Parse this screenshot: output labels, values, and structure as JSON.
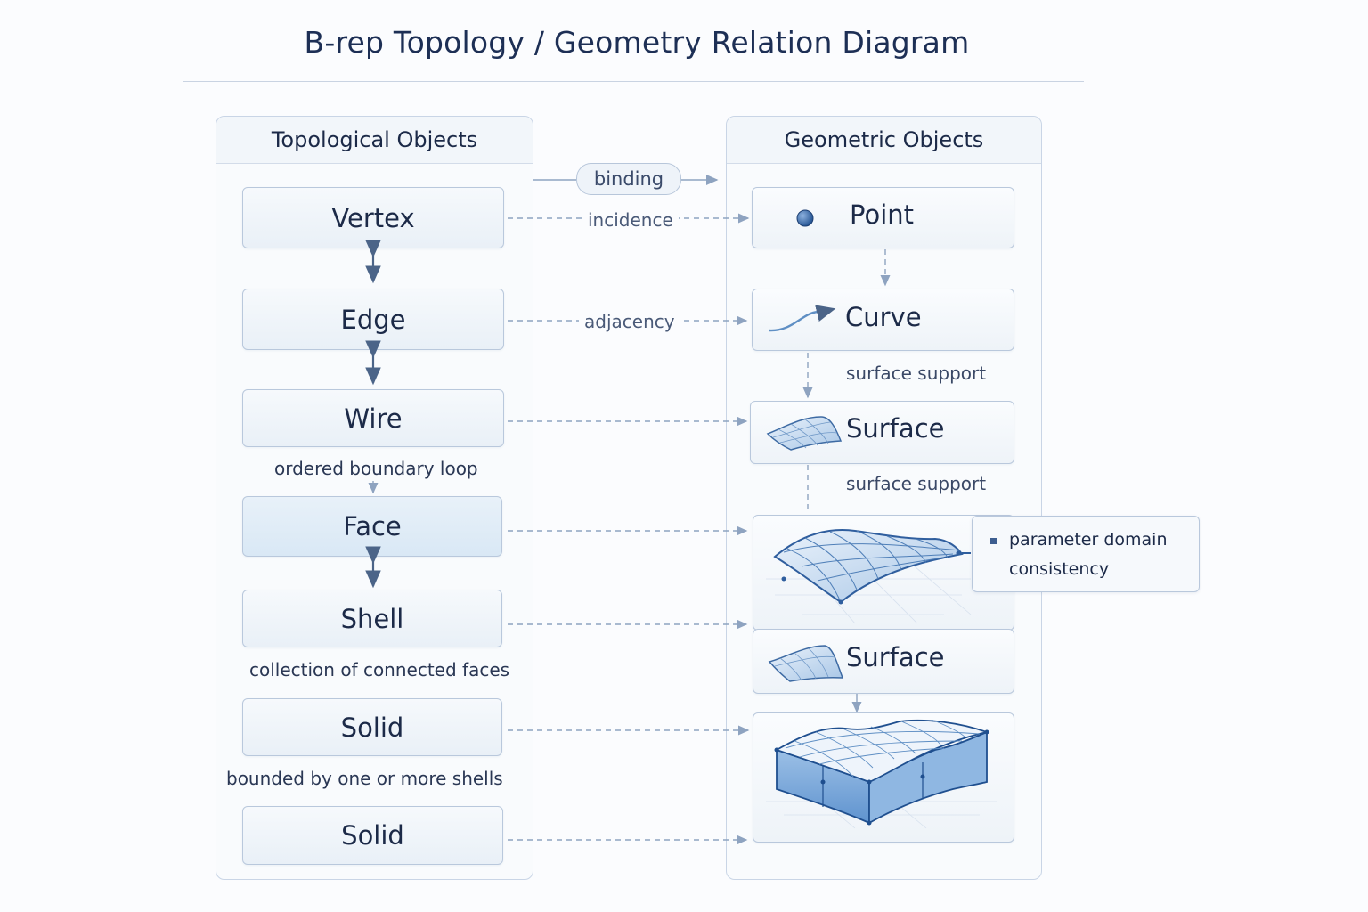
{
  "title": "B-rep Topology / Geometry Relation Diagram",
  "topology": {
    "header": "Topological Objects",
    "items": [
      "Vertex",
      "Edge",
      "Wire",
      "Face",
      "Shell",
      "Solid",
      "Solid"
    ],
    "notes": {
      "wire_face": "ordered boundary loop",
      "shell_solid": "collection of connected faces",
      "solid_solid": "bounded by one or more shells"
    }
  },
  "geometry": {
    "header": "Geometric Objects",
    "point": "Point",
    "curve": "Curve",
    "surface": "Surface",
    "surface2": "Surface",
    "notes": {
      "curve_surface": "surface support",
      "surface_patch": "surface support"
    },
    "callout": "parameter domain consistency"
  },
  "relations": {
    "binding": "binding",
    "incidence": "incidence",
    "adjacency": "adjacency"
  },
  "colors": {
    "title": "#1d2f55",
    "accent": "#2f5e9e",
    "connector": "#8ea3c0",
    "panel_border": "#c9d5e6"
  }
}
